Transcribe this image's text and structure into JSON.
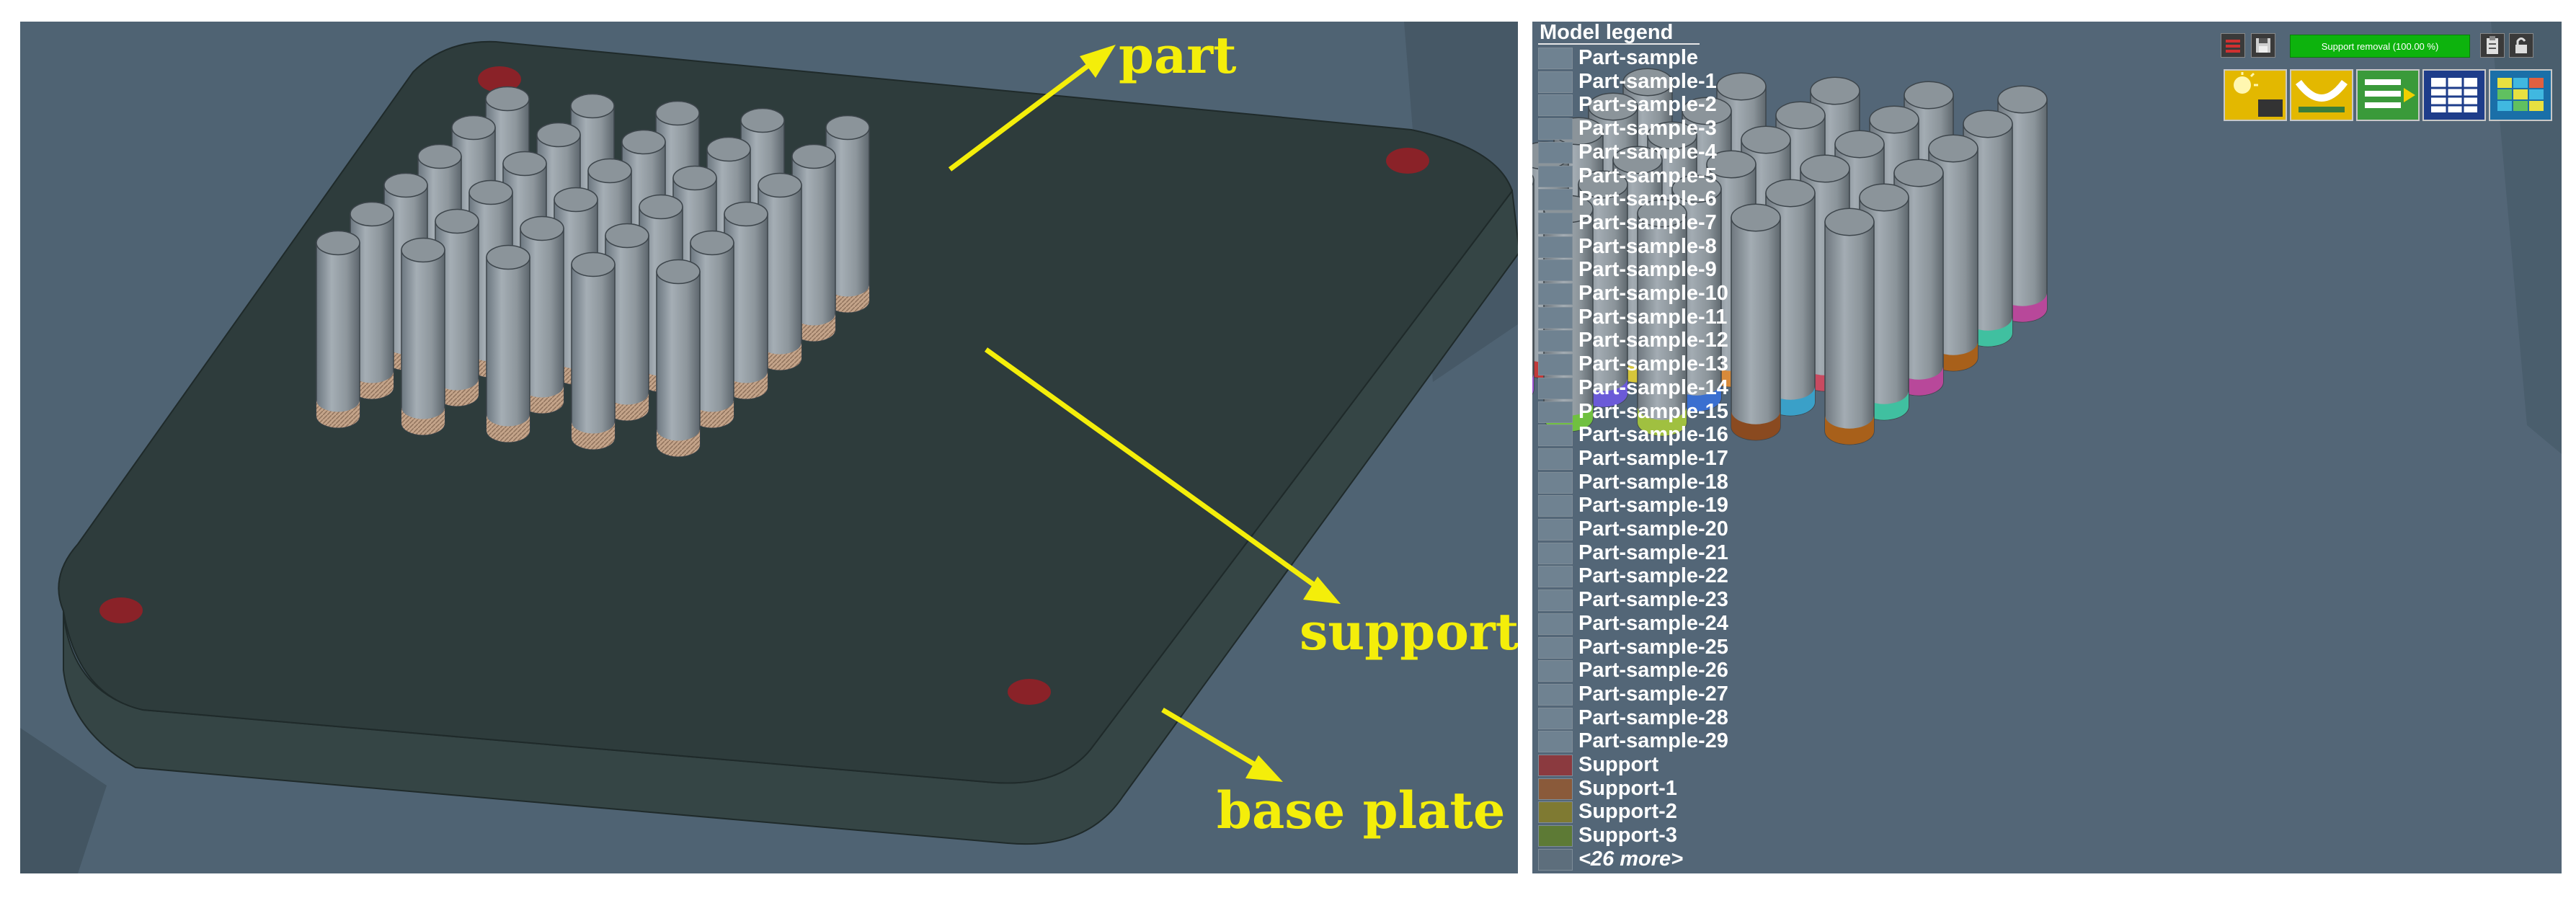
{
  "annotations": {
    "part": "part",
    "support": "support",
    "base_plate": "base plate"
  },
  "legend": {
    "title": "Model legend",
    "items": [
      {
        "label": "Part-sample",
        "color": "#6f8291"
      },
      {
        "label": "Part-sample-1",
        "color": "#6f8291"
      },
      {
        "label": "Part-sample-2",
        "color": "#6f8291"
      },
      {
        "label": "Part-sample-3",
        "color": "#6f8291"
      },
      {
        "label": "Part-sample-4",
        "color": "#6f8291"
      },
      {
        "label": "Part-sample-5",
        "color": "#6f8291"
      },
      {
        "label": "Part-sample-6",
        "color": "#6f8291"
      },
      {
        "label": "Part-sample-7",
        "color": "#6f8291"
      },
      {
        "label": "Part-sample-8",
        "color": "#6f8291"
      },
      {
        "label": "Part-sample-9",
        "color": "#6f8291"
      },
      {
        "label": "Part-sample-10",
        "color": "#6f8291"
      },
      {
        "label": "Part-sample-11",
        "color": "#6f8291"
      },
      {
        "label": "Part-sample-12",
        "color": "#6f8291"
      },
      {
        "label": "Part-sample-13",
        "color": "#6f8291"
      },
      {
        "label": "Part-sample-14",
        "color": "#6f8291"
      },
      {
        "label": "Part-sample-15",
        "color": "#6f8291"
      },
      {
        "label": "Part-sample-16",
        "color": "#6f8291"
      },
      {
        "label": "Part-sample-17",
        "color": "#6f8291"
      },
      {
        "label": "Part-sample-18",
        "color": "#6f8291"
      },
      {
        "label": "Part-sample-19",
        "color": "#6f8291"
      },
      {
        "label": "Part-sample-20",
        "color": "#6f8291"
      },
      {
        "label": "Part-sample-21",
        "color": "#6f8291"
      },
      {
        "label": "Part-sample-22",
        "color": "#6f8291"
      },
      {
        "label": "Part-sample-23",
        "color": "#6f8291"
      },
      {
        "label": "Part-sample-24",
        "color": "#6f8291"
      },
      {
        "label": "Part-sample-25",
        "color": "#6f8291"
      },
      {
        "label": "Part-sample-26",
        "color": "#6f8291"
      },
      {
        "label": "Part-sample-27",
        "color": "#6f8291"
      },
      {
        "label": "Part-sample-28",
        "color": "#6f8291"
      },
      {
        "label": "Part-sample-29",
        "color": "#6f8291"
      },
      {
        "label": "Support",
        "color": "#8b3a3f"
      },
      {
        "label": "Support-1",
        "color": "#8a5a3a"
      },
      {
        "label": "Support-2",
        "color": "#7f7a32"
      },
      {
        "label": "Support-3",
        "color": "#5d7a35"
      }
    ],
    "more": "<26 more>"
  },
  "toolbar": {
    "status": "Support removal (100.00 %)",
    "icons": [
      "menu-icon",
      "save-icon",
      "clipboard-icon",
      "lock-icon"
    ],
    "big_icons": [
      "sun-icon",
      "tray-icon",
      "list-icon",
      "table-icon",
      "heatmap-icon"
    ]
  },
  "colors": {
    "annotation": "#f4ee0a",
    "background_left": "#4f6373",
    "background_right": "#536677",
    "plate_top": "#2e3c3c",
    "plate_side": "#354545",
    "pin": "#8d969c",
    "support_marker": "#8a2228",
    "status_green": "#0db30d"
  }
}
